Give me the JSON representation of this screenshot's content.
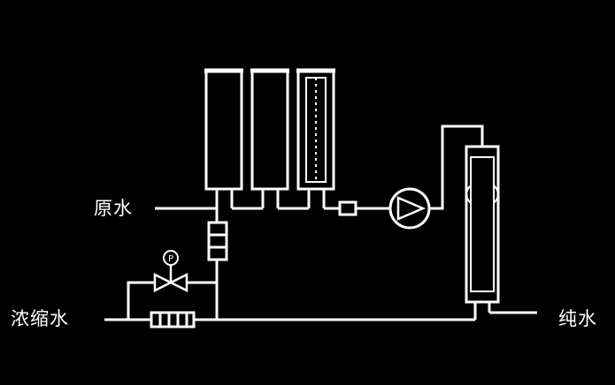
{
  "labels": {
    "raw_water": "原水",
    "concentrate_water": "浓缩水",
    "pure_water": "纯水"
  },
  "gauge_letter": "P",
  "colors": {
    "background": "#000000",
    "line": "#ffffff"
  }
}
